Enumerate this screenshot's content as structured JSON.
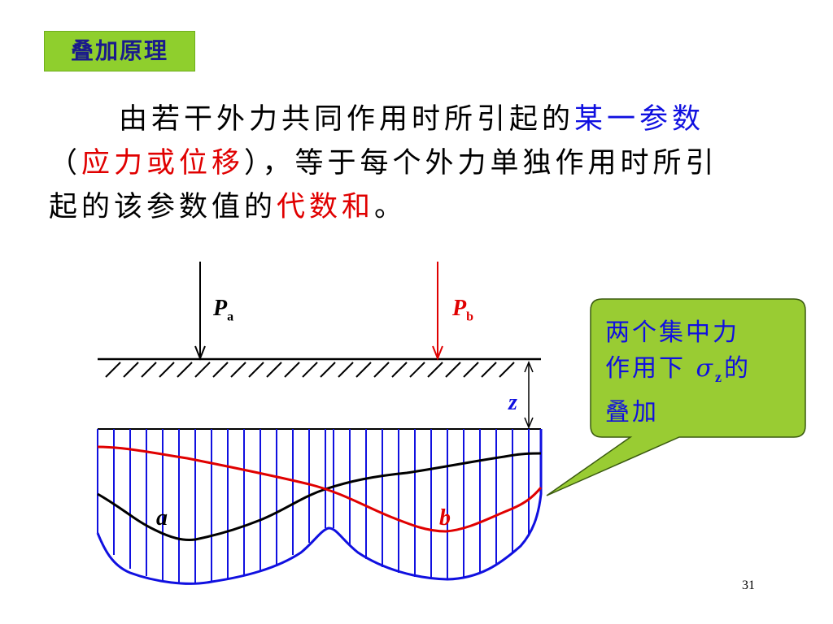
{
  "slide": {
    "title": "叠加原理",
    "page_number": "31"
  },
  "paragraph": {
    "part1": "由若干外力共同作用时所引起的",
    "part2_blue": "某一参数",
    "part3": "（",
    "part4_red": "应力或位移",
    "part5": "），等于每个外力单独作用时所引起的该参数值的",
    "part6_red": "代数和",
    "part7": "。"
  },
  "diagram": {
    "load_a_label": "P",
    "load_a_sub": "a",
    "load_b_label": "P",
    "load_b_sub": "b",
    "depth_label": "z",
    "curve_a_label": "a",
    "curve_b_label": "b"
  },
  "callout": {
    "line1": "两个集中力",
    "line2_prefix": "作用下 ",
    "sigma": "σ",
    "sigma_sub": "z",
    "line2_suffix": "的",
    "line3": "叠加"
  },
  "colors": {
    "title_bg": "#8fcf2d",
    "callout_bg": "#99cc33",
    "blue": "#1010e0",
    "red": "#e00000"
  }
}
